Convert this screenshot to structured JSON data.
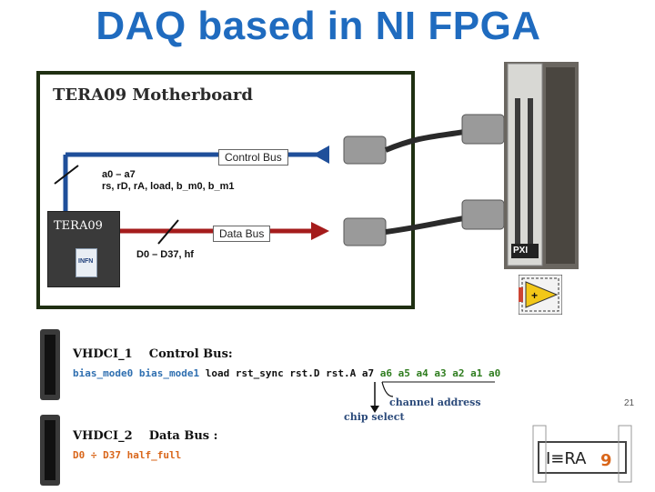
{
  "title": "DAQ based in NI FPGA",
  "board": {
    "title": "TERA09 Motherboard",
    "control_bus_label": "Control Bus",
    "data_bus_label": "Data Bus",
    "control_signals_line1": "a0 – a7",
    "control_signals_line2": "rs, rD, rA, load, b_m0, b_m1",
    "data_signals": "D0 – D37, hf",
    "chip_label": "TERA09",
    "chip_logo": "INFN"
  },
  "hardware": {
    "pxi_label": "PXI"
  },
  "vhdci1": {
    "title": "VHDCI_1    Control Bus:",
    "blue_signals": "bias_mode0 bias_mode1",
    "black_signals": "load rst_sync rst.D rst.A",
    "chip_bit": "a7",
    "green_signals": "a6 a5 a4 a3 a2 a1 a0",
    "channel_address": "channel address",
    "chip_select": "chip select"
  },
  "vhdci2": {
    "title": "VHDCI_2    Data Bus :",
    "data_range": "D0 ÷ D37",
    "half_full": "half_full"
  },
  "page_number": "21",
  "colors": {
    "title": "#1f6bbf",
    "control_bus_arrow": "#1f4f9a",
    "data_bus_arrow": "#a51c1c",
    "board_border": "#1f2f12"
  },
  "icons": [
    "labview-fpga-icon",
    "tera09-logo"
  ]
}
